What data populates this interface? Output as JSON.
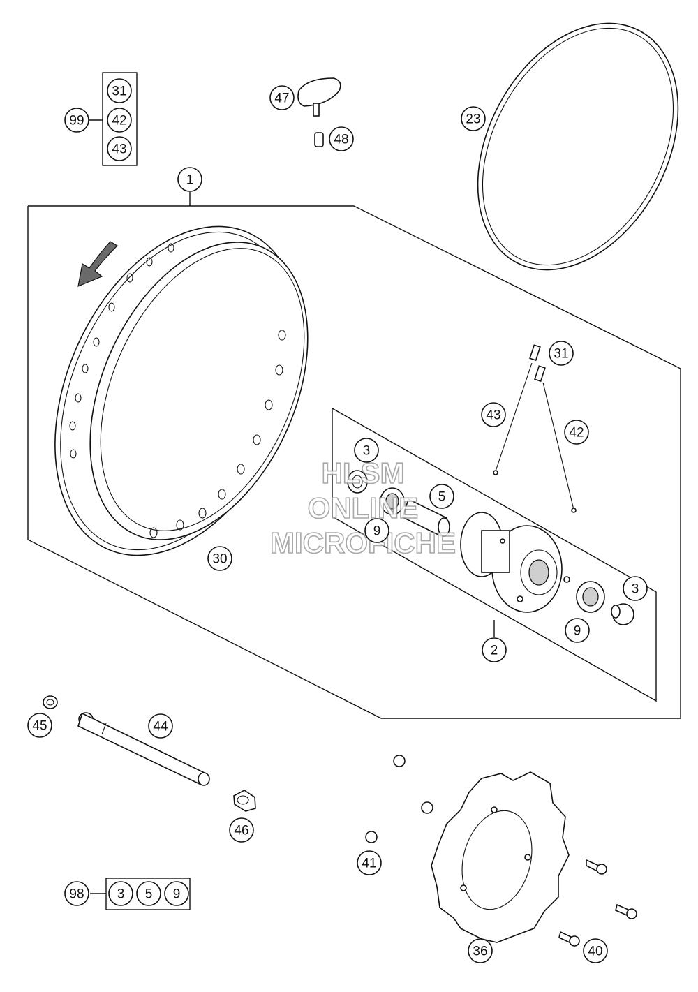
{
  "callouts": [
    {
      "id": "c99",
      "label": "99"
    },
    {
      "id": "c31a",
      "label": "31"
    },
    {
      "id": "c42a",
      "label": "42"
    },
    {
      "id": "c43a",
      "label": "43"
    },
    {
      "id": "c47",
      "label": "47"
    },
    {
      "id": "c48",
      "label": "48"
    },
    {
      "id": "c23",
      "label": "23"
    },
    {
      "id": "c1",
      "label": "1"
    },
    {
      "id": "c31b",
      "label": "31"
    },
    {
      "id": "c43b",
      "label": "43"
    },
    {
      "id": "c42b",
      "label": "42"
    },
    {
      "id": "c3a",
      "label": "3"
    },
    {
      "id": "c5",
      "label": "5"
    },
    {
      "id": "c9a",
      "label": "9"
    },
    {
      "id": "c30",
      "label": "30"
    },
    {
      "id": "c3b",
      "label": "3"
    },
    {
      "id": "c9b",
      "label": "9"
    },
    {
      "id": "c2",
      "label": "2"
    },
    {
      "id": "c45",
      "label": "45"
    },
    {
      "id": "c44",
      "label": "44"
    },
    {
      "id": "c46",
      "label": "46"
    },
    {
      "id": "c41",
      "label": "41"
    },
    {
      "id": "c98",
      "label": "98"
    },
    {
      "id": "c3c",
      "label": "3"
    },
    {
      "id": "c5b",
      "label": "5"
    },
    {
      "id": "c9c",
      "label": "9"
    },
    {
      "id": "c36",
      "label": "36"
    },
    {
      "id": "c40",
      "label": "40"
    }
  ],
  "watermark": {
    "line1": "HLSM",
    "line2": "ONLINE",
    "line3": "MICROFICHE"
  }
}
